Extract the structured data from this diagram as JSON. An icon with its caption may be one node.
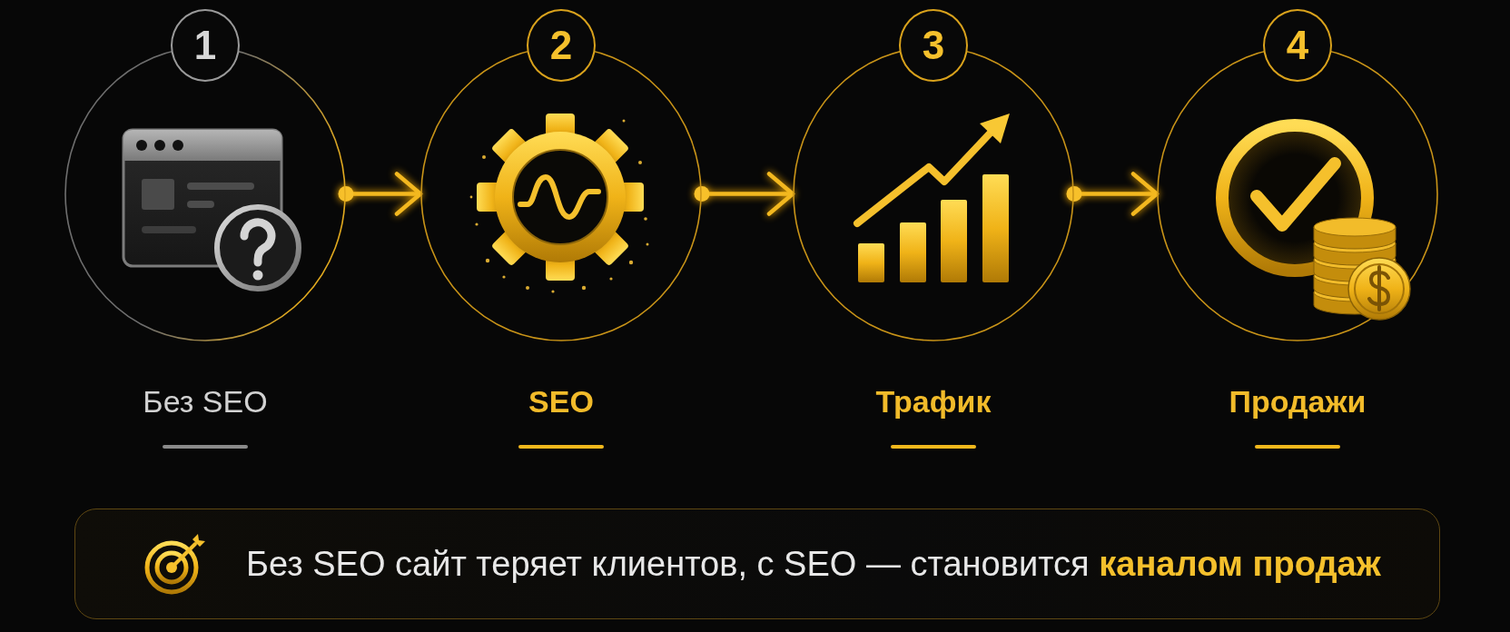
{
  "diagram": {
    "nodes": [
      {
        "text": [
          "1"
        ]
      },
      {
        "text": [],
        "shape": "circle",
        "beside": [
          "Без SEO"
        ]
      },
      {
        "text": [
          "2"
        ]
      },
      {
        "text": [],
        "shape": "circle",
        "beside": [
          "SEO"
        ]
      },
      {
        "text": [
          "3"
        ]
      },
      {
        "text": [],
        "shape": "circle",
        "beside": [
          "Трафик"
        ]
      },
      {
        "text": [
          "4"
        ]
      },
      {
        "text": [],
        "shape": "circle",
        "beside": [
          "Продажи"
        ]
      },
      {
        "text": [
          "Без SEO сайт теряет клиентов, с SEO — становится **каналом продаж**"
        ]
      }
    ],
    "edges": [
      {
        "from": 1,
        "to": 3,
        "arrow": "to"
      },
      {
        "from": 3,
        "to": 5,
        "arrow": "to"
      },
      {
        "from": 5,
        "to": 7,
        "arrow": "to"
      }
    ]
  }
}
